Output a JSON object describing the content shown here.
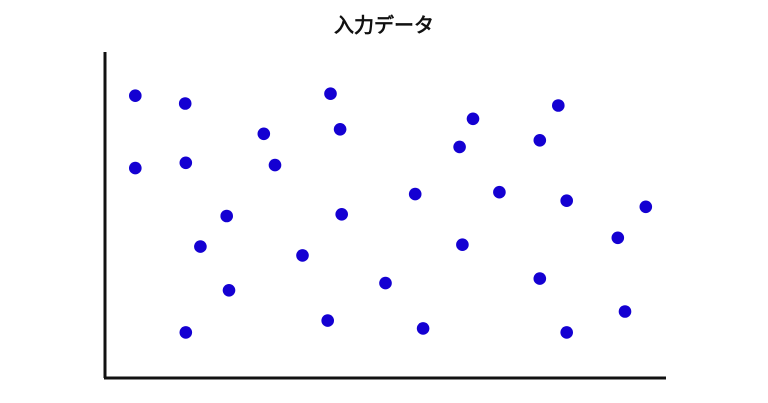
{
  "chart_data": {
    "type": "scatter",
    "title": "入力データ",
    "xlabel": "",
    "ylabel": "",
    "xlim": [
      0,
      100
    ],
    "ylim": [
      0,
      100
    ],
    "grid": false,
    "legend": "none",
    "series": [
      {
        "color": "#1400d2",
        "points": [
          [
            5.4,
            86.6
          ],
          [
            14.3,
            84.2
          ],
          [
            40.2,
            87.2
          ],
          [
            28.3,
            74.9
          ],
          [
            41.9,
            76.3
          ],
          [
            65.6,
            79.5
          ],
          [
            80.8,
            83.6
          ],
          [
            5.4,
            64.4
          ],
          [
            14.4,
            66.0
          ],
          [
            30.3,
            65.3
          ],
          [
            63.2,
            70.9
          ],
          [
            77.5,
            72.9
          ],
          [
            55.3,
            56.4
          ],
          [
            70.3,
            57.0
          ],
          [
            82.3,
            54.4
          ],
          [
            96.4,
            52.5
          ],
          [
            21.7,
            49.7
          ],
          [
            42.2,
            50.2
          ],
          [
            17.0,
            40.3
          ],
          [
            35.2,
            37.6
          ],
          [
            63.7,
            40.9
          ],
          [
            91.4,
            43.0
          ],
          [
            22.1,
            26.9
          ],
          [
            50.0,
            29.1
          ],
          [
            77.5,
            30.5
          ],
          [
            14.4,
            14.0
          ],
          [
            39.7,
            17.6
          ],
          [
            56.7,
            15.2
          ],
          [
            82.3,
            14.0
          ],
          [
            92.7,
            20.4
          ]
        ]
      }
    ]
  }
}
